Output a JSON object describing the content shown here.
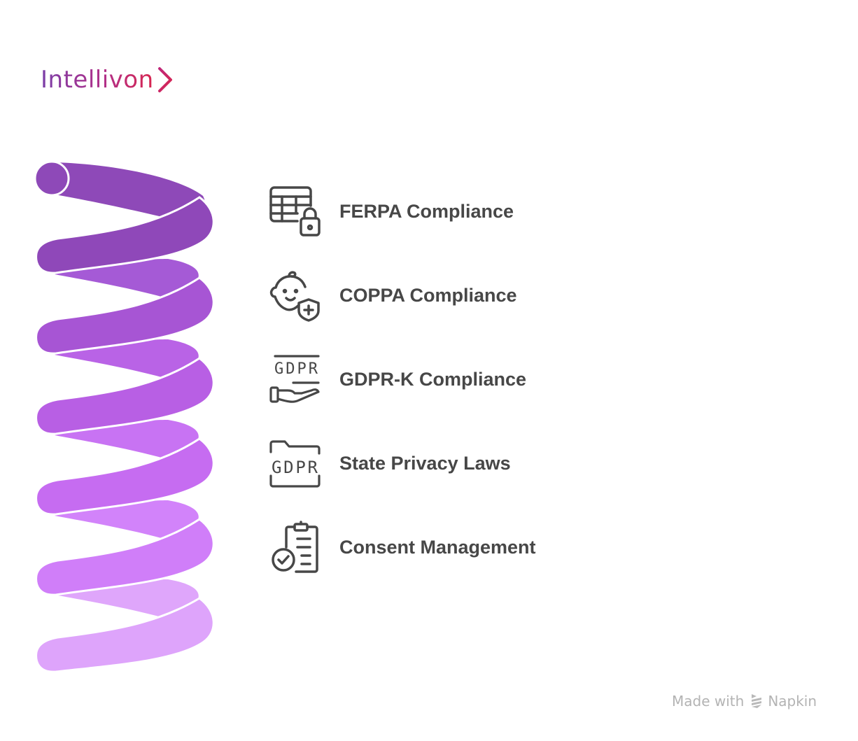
{
  "brand": {
    "name": "Intellivon",
    "chevron_icon": "chevron-right-icon",
    "gradient": [
      "#7b3fa8",
      "#b0308a",
      "#d8264f"
    ]
  },
  "spiral": {
    "coil_colors": [
      "#8e49b8",
      "#a04fcb",
      "#b45de0",
      "#c36aee",
      "#cf7cf9",
      "#dea4fb"
    ]
  },
  "items": [
    {
      "label": "FERPA Compliance",
      "icon": "table-lock-icon"
    },
    {
      "label": "COPPA Compliance",
      "icon": "child-shield-icon"
    },
    {
      "label": "GDPR-K Compliance",
      "icon": "gdpr-hand-icon"
    },
    {
      "label": "State Privacy Laws",
      "icon": "gdpr-folder-icon"
    },
    {
      "label": "Consent Management",
      "icon": "clipboard-check-icon"
    }
  ],
  "footer": {
    "made_with": "Made with",
    "brand": "Napkin"
  }
}
